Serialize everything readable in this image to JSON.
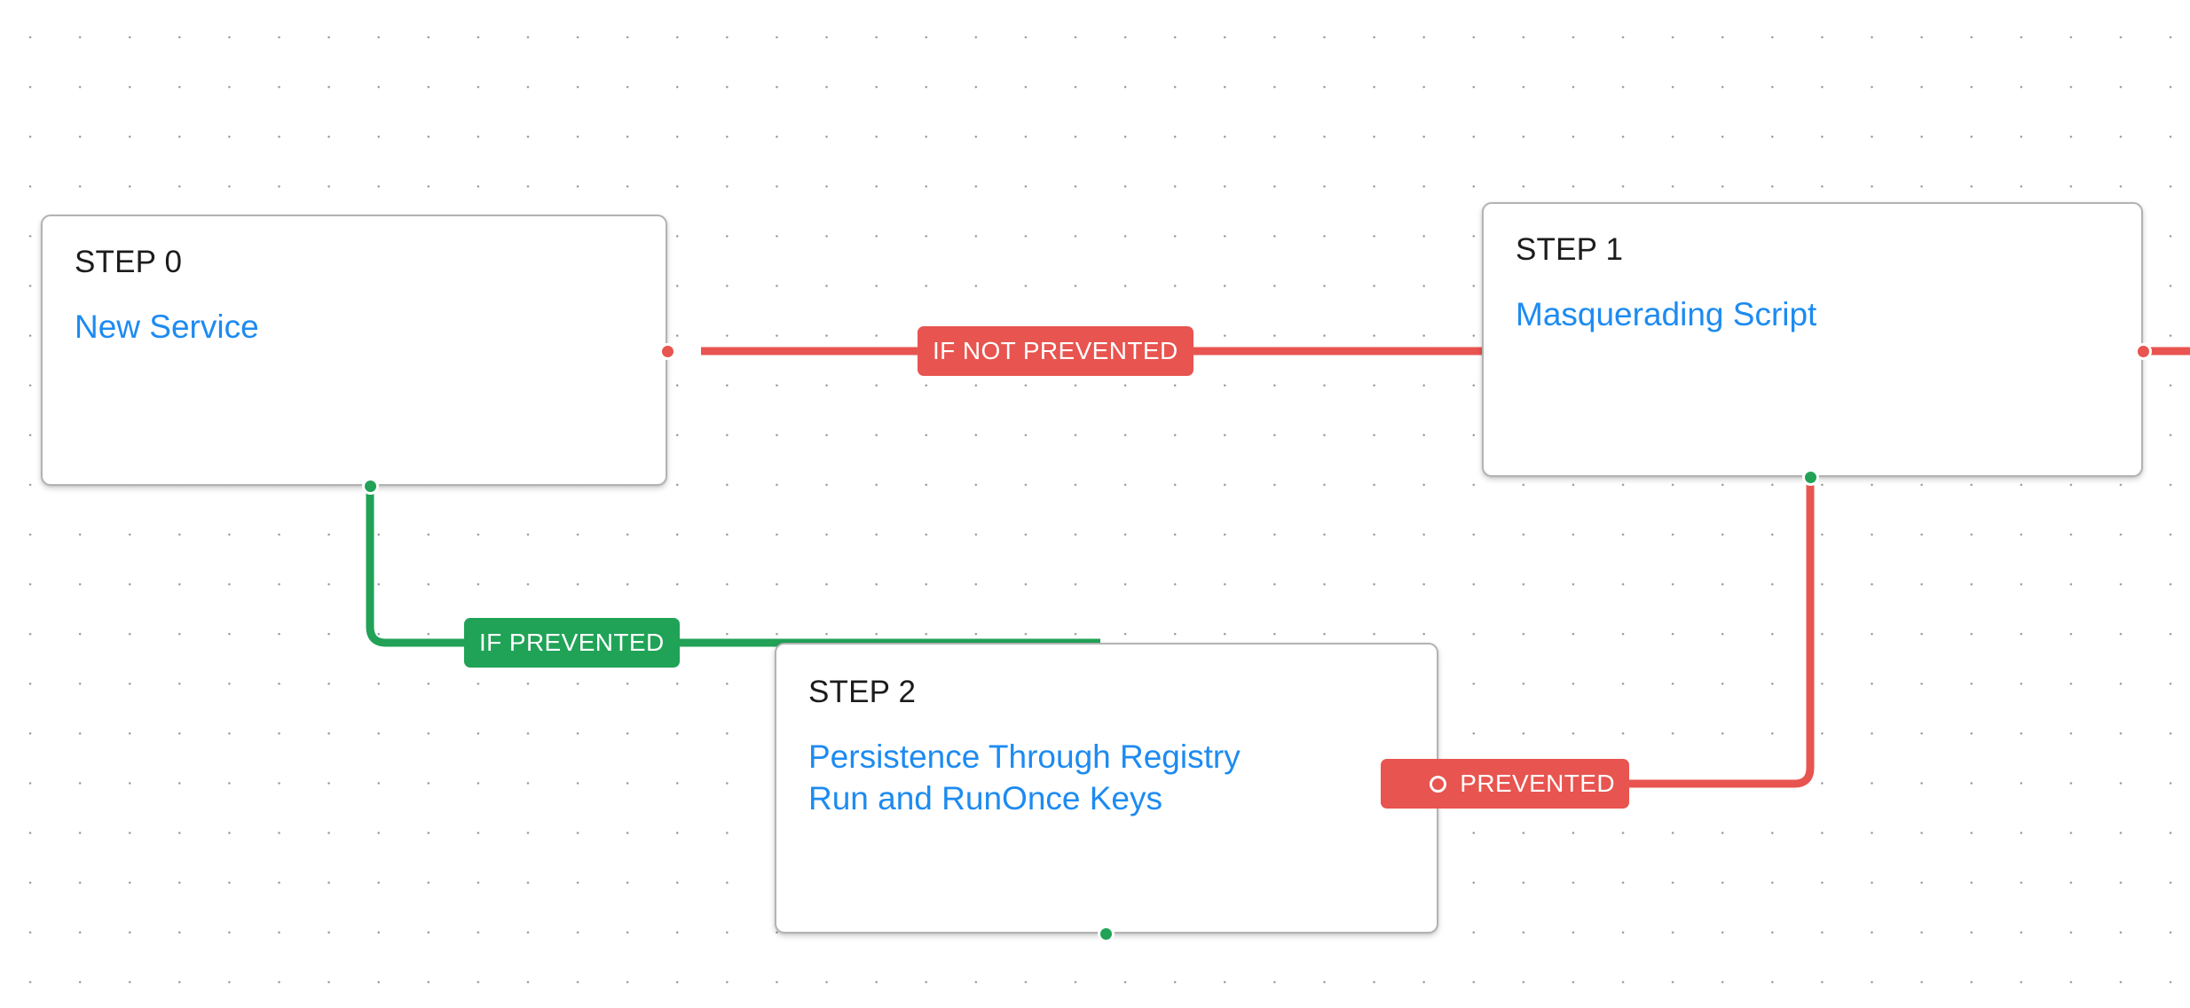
{
  "canvas": {
    "background_color": "#ffffff",
    "grid_dot_color": "#9a9aa2",
    "node_border_color": "#b3b3b3",
    "node_title_color": "#1d8bf1",
    "step_label_color": "#1c1c1c"
  },
  "palette": {
    "red": "#e8544f",
    "green": "#21a257",
    "blue": "#1d8bf1"
  },
  "nodes": [
    {
      "id": "step0",
      "step": "STEP 0",
      "title_lines": [
        "New Service"
      ]
    },
    {
      "id": "step1",
      "step": "STEP 1",
      "title_lines": [
        "Masquerading Script"
      ]
    },
    {
      "id": "step2",
      "step": "STEP 2",
      "title_lines": [
        "Persistence Through Registry",
        "Run and RunOnce Keys"
      ]
    }
  ],
  "edge_labels": [
    {
      "id": "if-not-prevented-0-1",
      "text": "IF NOT PREVENTED",
      "color": "red"
    },
    {
      "id": "if-prevented-0-2",
      "text": "IF PREVENTED",
      "color": "green"
    },
    {
      "id": "prevented-1-2",
      "text": "PREVENTED",
      "color": "red"
    }
  ],
  "handles": [
    {
      "id": "step0-right",
      "color": "red"
    },
    {
      "id": "step0-bottom",
      "color": "green"
    },
    {
      "id": "step1-right",
      "color": "red"
    },
    {
      "id": "step1-bottom",
      "color": "green"
    },
    {
      "id": "step2-right",
      "color": "red"
    },
    {
      "id": "step2-bottom",
      "color": "green"
    }
  ]
}
